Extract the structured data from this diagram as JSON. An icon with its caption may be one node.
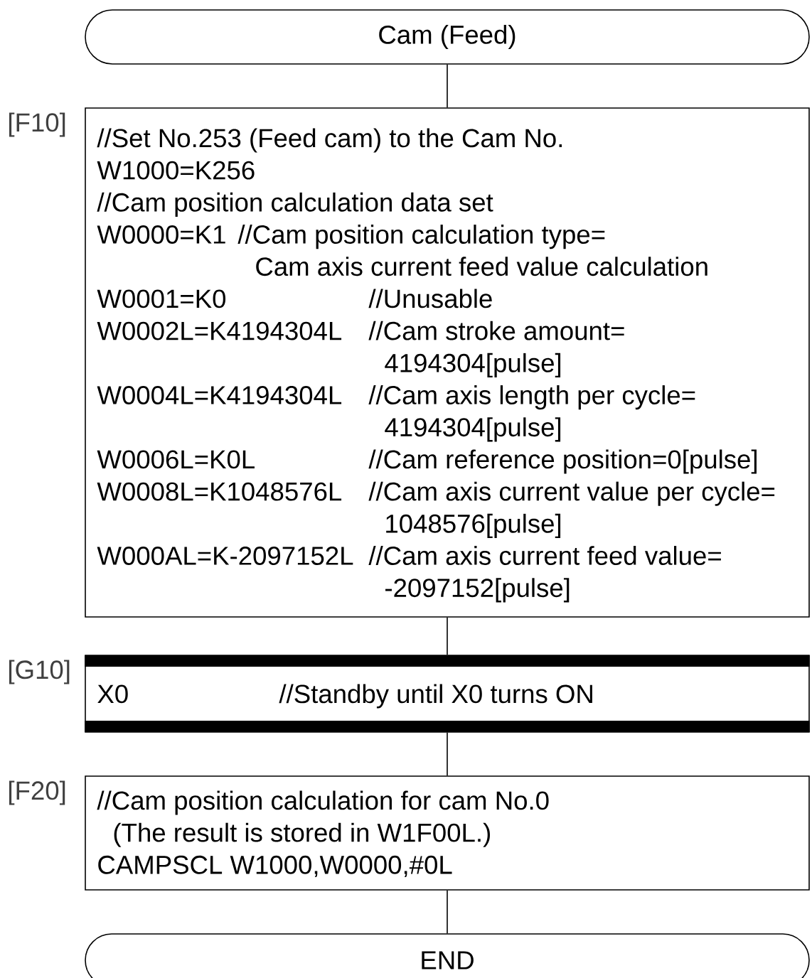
{
  "diagram": {
    "nodes": [
      {
        "text": [
          "Cam (Feed)"
        ]
      },
      {
        "text": [
          "//Set No.253 (Feed cam) to the Cam No.",
          "W1000=K256",
          "//Cam position calculation data set",
          "W0000=K1",
          "//Cam position calculation type= Cam axis current feed value calculation",
          "W0001=K0",
          "//Unusable",
          "W0002L=K4194304L",
          "//Cam stroke amount= 4194304[pulse]",
          "W0004L=K4194304L",
          "//Cam axis length per cycle= 4194304[pulse]",
          "W0006L=K0L",
          "//Cam reference position=0[pulse]",
          "W0008L=K1048576L",
          "//Cam axis current value per cycle= 1048576[pulse]",
          "W000AL=K-2097152L",
          "//Cam axis current feed value= -2097152[pulse]"
        ],
        "beside": [
          "[F10]"
        ]
      },
      {
        "text": [
          "X0",
          "//Standby until X0 turns ON"
        ],
        "beside": [
          "[G10]"
        ]
      },
      {
        "text": [
          "//Cam position calculation for cam No.0 (The result is stored in W1F00L.)",
          "CAMPSCL W1000,W0000,#0L"
        ],
        "beside": [
          "[F20]"
        ]
      },
      {
        "text": [
          "END"
        ]
      }
    ],
    "edges": [
      {
        "from": 0,
        "to": 1,
        "arrow": "none"
      },
      {
        "from": 1,
        "to": 2,
        "arrow": "none"
      },
      {
        "from": 2,
        "to": 3,
        "arrow": "none"
      },
      {
        "from": 3,
        "to": 4,
        "arrow": "none"
      }
    ]
  }
}
